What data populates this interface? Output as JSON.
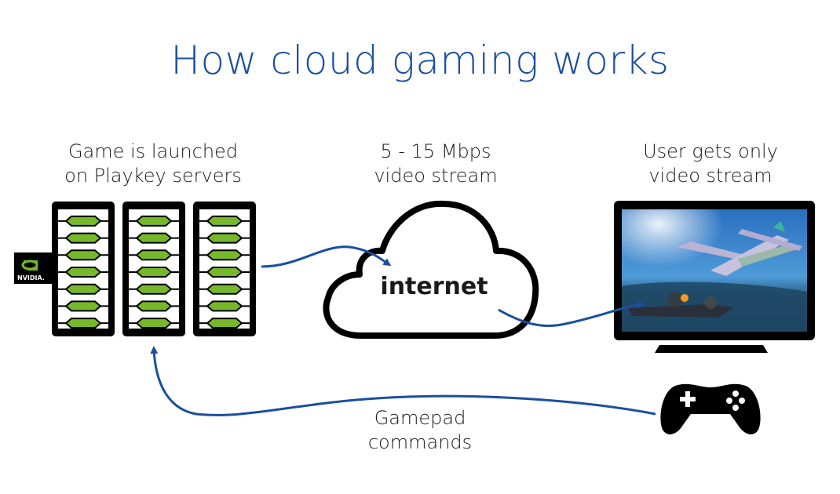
{
  "title": "How cloud gaming works",
  "labels": {
    "servers_line1": "Game is launched",
    "servers_line2": "on Playkey servers",
    "stream_line1": "5 - 15 Mbps",
    "stream_line2": "video stream",
    "user_line1": "User gets only",
    "user_line2": "video stream",
    "gamepad_line1": "Gamepad",
    "gamepad_line2": "commands"
  },
  "cloud_label": "internet",
  "nvidia_label": "NVIDIA.",
  "server_racks": 3,
  "slots_per_rack": 7,
  "colors": {
    "title": "#1a4f9e",
    "arrow": "#1a4f9e",
    "gpu_green": "#76b82a",
    "outline": "#000000"
  },
  "icons": {
    "servers": "server-rack-icon",
    "vendor": "nvidia-logo",
    "network": "cloud-icon",
    "display": "monitor-icon",
    "controller": "gamepad-icon"
  }
}
